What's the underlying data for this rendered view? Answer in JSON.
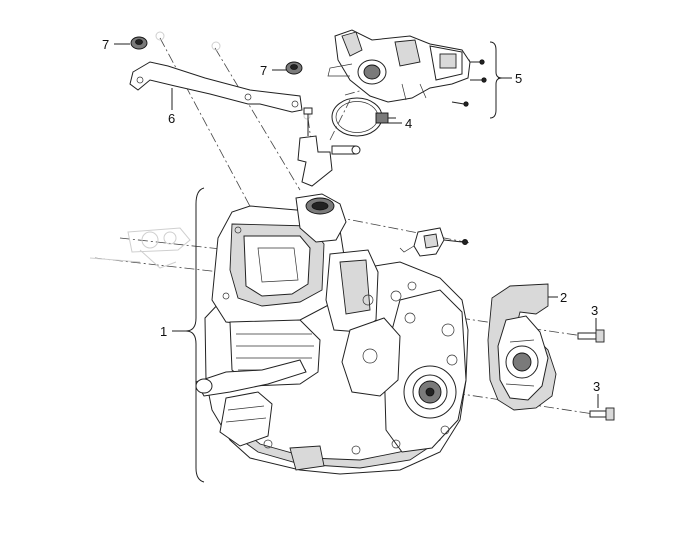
{
  "diagram": {
    "callouts": [
      {
        "id": "c1",
        "text": "1"
      },
      {
        "id": "c2",
        "text": "2"
      },
      {
        "id": "c3a",
        "text": "3"
      },
      {
        "id": "c3b",
        "text": "3"
      },
      {
        "id": "c4",
        "text": "4"
      },
      {
        "id": "c5",
        "text": "5"
      },
      {
        "id": "c6",
        "text": "6"
      },
      {
        "id": "c7a",
        "text": "7"
      },
      {
        "id": "c7b",
        "text": "7"
      }
    ]
  }
}
